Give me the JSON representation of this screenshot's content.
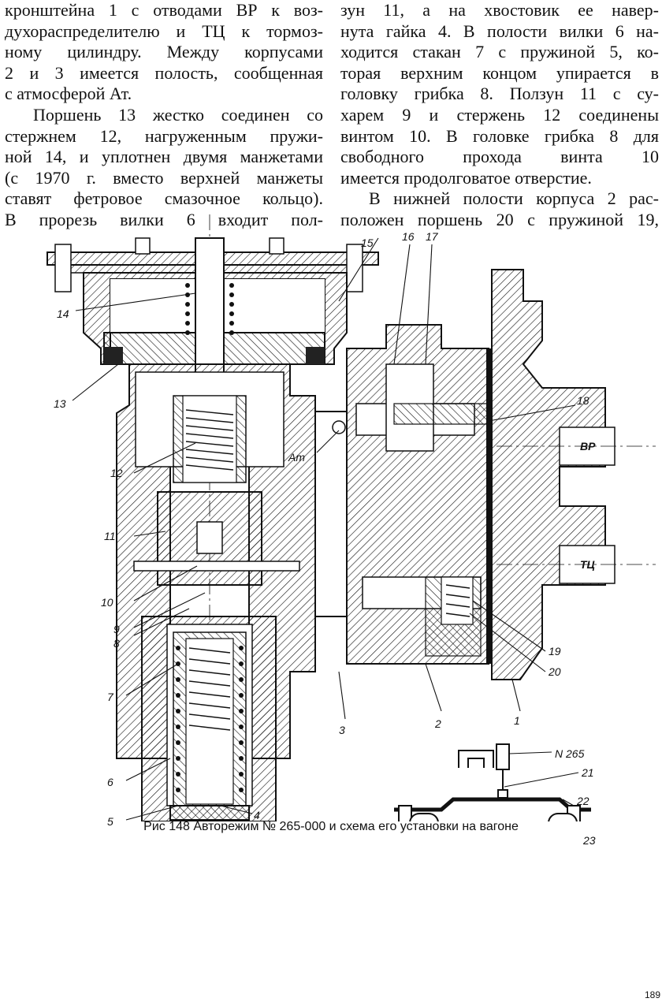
{
  "text": {
    "left": [
      "кронштейна 1 с отводами ВР к воз-",
      "духораспределителю и ТЦ к тормоз-",
      "ному цилиндру. Между корпусами",
      "2 и 3 имеется полость, сообщенная",
      "с атмосферой Ат.",
      "Поршень 13 жестко соединен со",
      "стержнем 12, нагруженным пружи-",
      "ной 14, и уплотнен двумя манжетами",
      "(с 1970 г. вместо верхней манжеты",
      "ставят фетровое смазочное кольцо).",
      "В прорезь вилки 6 входит пол-"
    ],
    "right": [
      "зун 11, а на хвостовик ее навер-",
      "нута гайка 4. В полости вилки 6 на-",
      "ходится стакан 7 с пружиной 5, ко-",
      "торая верхним концом упирается в",
      "головку грибка 8. Ползун 11 с су-",
      "харем 9 и стержень 12 соединены",
      "винтом 10. В головке грибка 8 для",
      "свободного прохода винта 10",
      "имеется продолговатое отверстие.",
      "В нижней полости корпуса 2 рас-",
      "положен поршень 20 с пружиной 19,"
    ]
  },
  "figure": {
    "callouts": {
      "c14": "14",
      "c13": "13",
      "c12": "12",
      "c11": "11",
      "c10": "10",
      "c9": "9",
      "c8": "8",
      "c7": "7",
      "c6": "6",
      "c5": "5",
      "c4": "4",
      "c15": "15",
      "c16": "16",
      "c17": "17",
      "c18": "18",
      "cAt": "Ат",
      "c19": "19",
      "c20": "20",
      "c1": "1",
      "c2": "2",
      "c3": "3",
      "cN265": "N 265",
      "c21": "21",
      "c22": "22",
      "c23": "23"
    },
    "tags": {
      "vr": "ВР",
      "tc": "ТЦ"
    }
  },
  "caption": "Рис 148 Авторежим № 265-000 и схема его установки на вагоне",
  "page_number": "189"
}
